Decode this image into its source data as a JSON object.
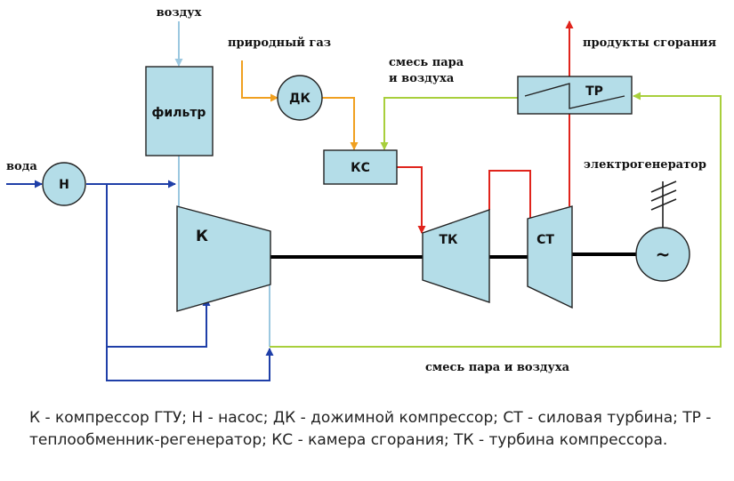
{
  "diagram": {
    "labels": {
      "air": "воздух",
      "natural_gas": "природный газ",
      "steam_air_mix_top_1": "смесь пара",
      "steam_air_mix_top_2": "и воздуха",
      "combustion_products": "продукты сгорания",
      "electrogenerator": "электрогенератор",
      "water": "вода",
      "steam_air_mix_bottom": "смесь пара и воздуха"
    },
    "components": {
      "filter": "фильтр",
      "booster_compressor": "ДК",
      "combustion_chamber": "КС",
      "heat_exchanger": "ТР",
      "pump": "Н",
      "compressor": "К",
      "compressor_turbine": "ТК",
      "power_turbine": "СТ",
      "generator_symbol": "~"
    },
    "colors": {
      "component_fill": "#b4dde8",
      "water_line": "#1f3fa8",
      "gas_line": "#f0a020",
      "steam_air_line": "#a8cf3c",
      "hot_gas_line": "#e0241c",
      "air_line": "#9cc8e0",
      "shaft": "#000000"
    }
  },
  "caption": "К - компрессор ГТУ; Н - насос; ДК - дожимной компрессор; СТ - силовая турбина; ТР - теплообменник-регенератор; КС - камера сгорания; ТК - турбина компрессора."
}
